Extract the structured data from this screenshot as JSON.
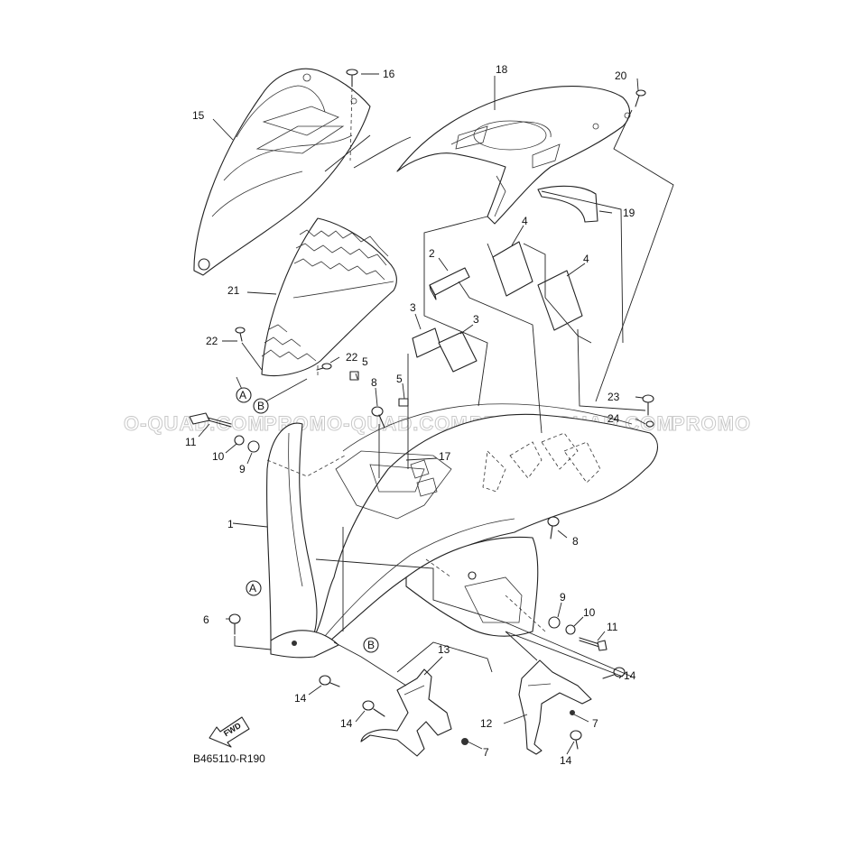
{
  "diagram": {
    "code": "B465110-R190",
    "watermark": [
      "O-QUAD.COM",
      "PROMO-QUAD.COM",
      "PROMO-QUAD.COM",
      "PROMO"
    ],
    "fwd_label": "FWD",
    "callouts": {
      "c1": "1",
      "c2": "2",
      "c3a": "3",
      "c3b": "3",
      "c4a": "4",
      "c4b": "4",
      "c5a": "5",
      "c5b": "5",
      "c6": "6",
      "c7a": "7",
      "c7b": "7",
      "c8a": "8",
      "c8b": "8",
      "c9a": "9",
      "c9b": "9",
      "c10a": "10",
      "c10b": "10",
      "c11a": "11",
      "c11b": "11",
      "c12": "12",
      "c13": "13",
      "c14a": "14",
      "c14b": "14",
      "c14c": "14",
      "c14d": "14",
      "c15": "15",
      "c16": "16",
      "c17": "17",
      "c18": "18",
      "c19": "19",
      "c20": "20",
      "c21": "21",
      "c22a": "22",
      "c22b": "22",
      "c23": "23",
      "c24": "24"
    },
    "refs": {
      "A1": "A",
      "B1": "B",
      "A2": "A",
      "B2": "B"
    }
  }
}
